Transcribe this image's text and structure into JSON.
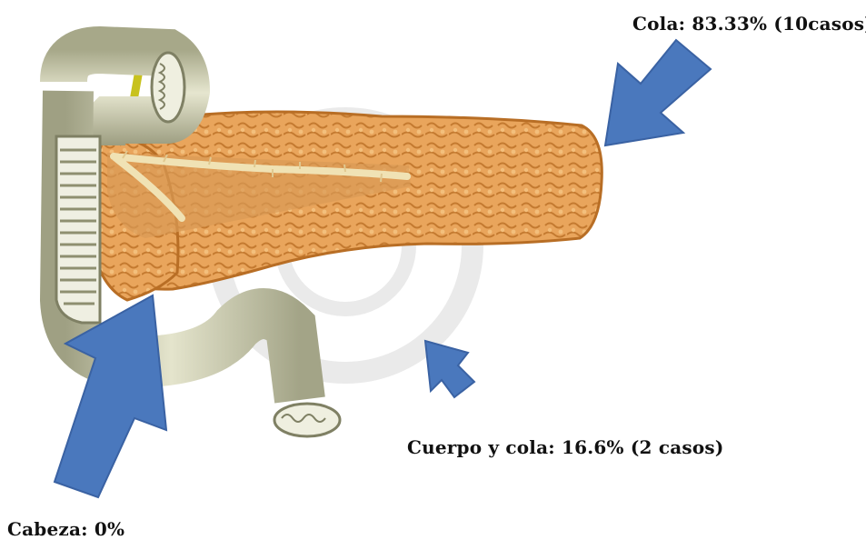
{
  "labels": {
    "cola": "Cola: 83.33% (10casos)",
    "cuerpo_cola": "Cuerpo y cola: 16.6% (2 casos)",
    "cabeza": "Cabeza: 0%"
  },
  "colors": {
    "arrow": "#4a78bd",
    "arrow_stroke": "#3a62a3",
    "pancreas": "#e9a55c",
    "pancreas_dark": "#c97d35",
    "duodenum": "#c9caa8",
    "duodenum_dark": "#8e8f70",
    "duct": "#e8d6a6",
    "bile_duct": "#c8c21e",
    "watermark": "#d9d9d9"
  },
  "icons": {
    "arrows": "block-arrow-icon",
    "illustration": "pancreas-duodenum-illustration"
  }
}
